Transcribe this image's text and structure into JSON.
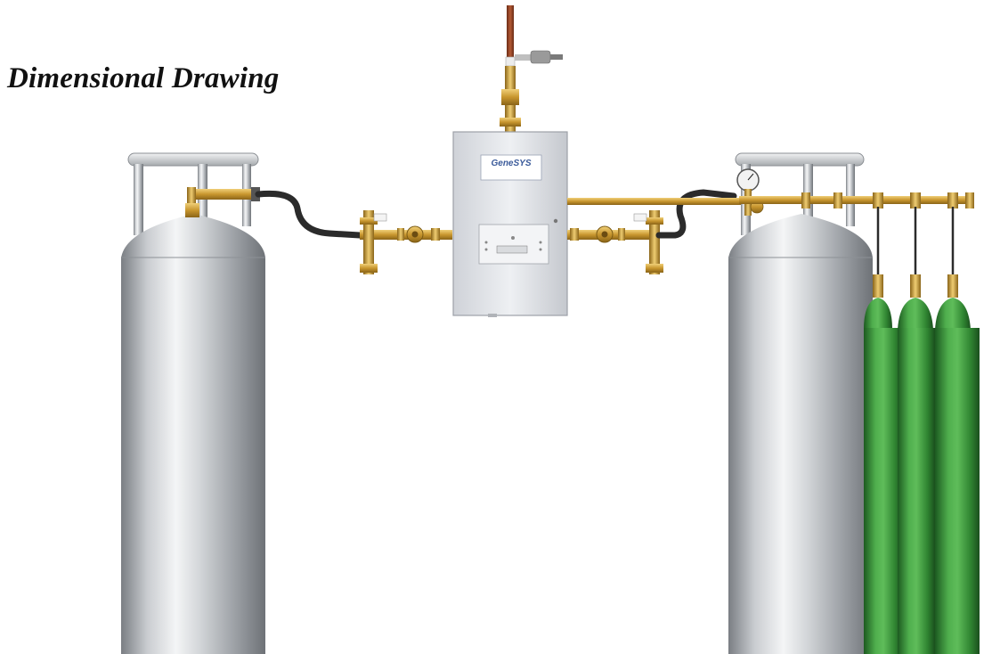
{
  "title": "Dimensional Drawing",
  "control_box": {
    "brand": "GeneSYS",
    "subtitle": "",
    "panel_text": ""
  },
  "colors": {
    "steel_light": "#eceef0",
    "steel_mid": "#b8bcc0",
    "steel_dark": "#7d8186",
    "brass": "#c8962e",
    "brass_dark": "#8a6418",
    "copper": "#9a4a2a",
    "green_cylinder": "#3e9a3e",
    "green_dark": "#1f5e22",
    "hose": "#2b2b2b",
    "cabinet": "#e3e5ea"
  },
  "icons": [
    "liquid-cylinder",
    "gas-cylinder",
    "control-cabinet",
    "valve",
    "pressure-gauge",
    "flex-hose"
  ]
}
